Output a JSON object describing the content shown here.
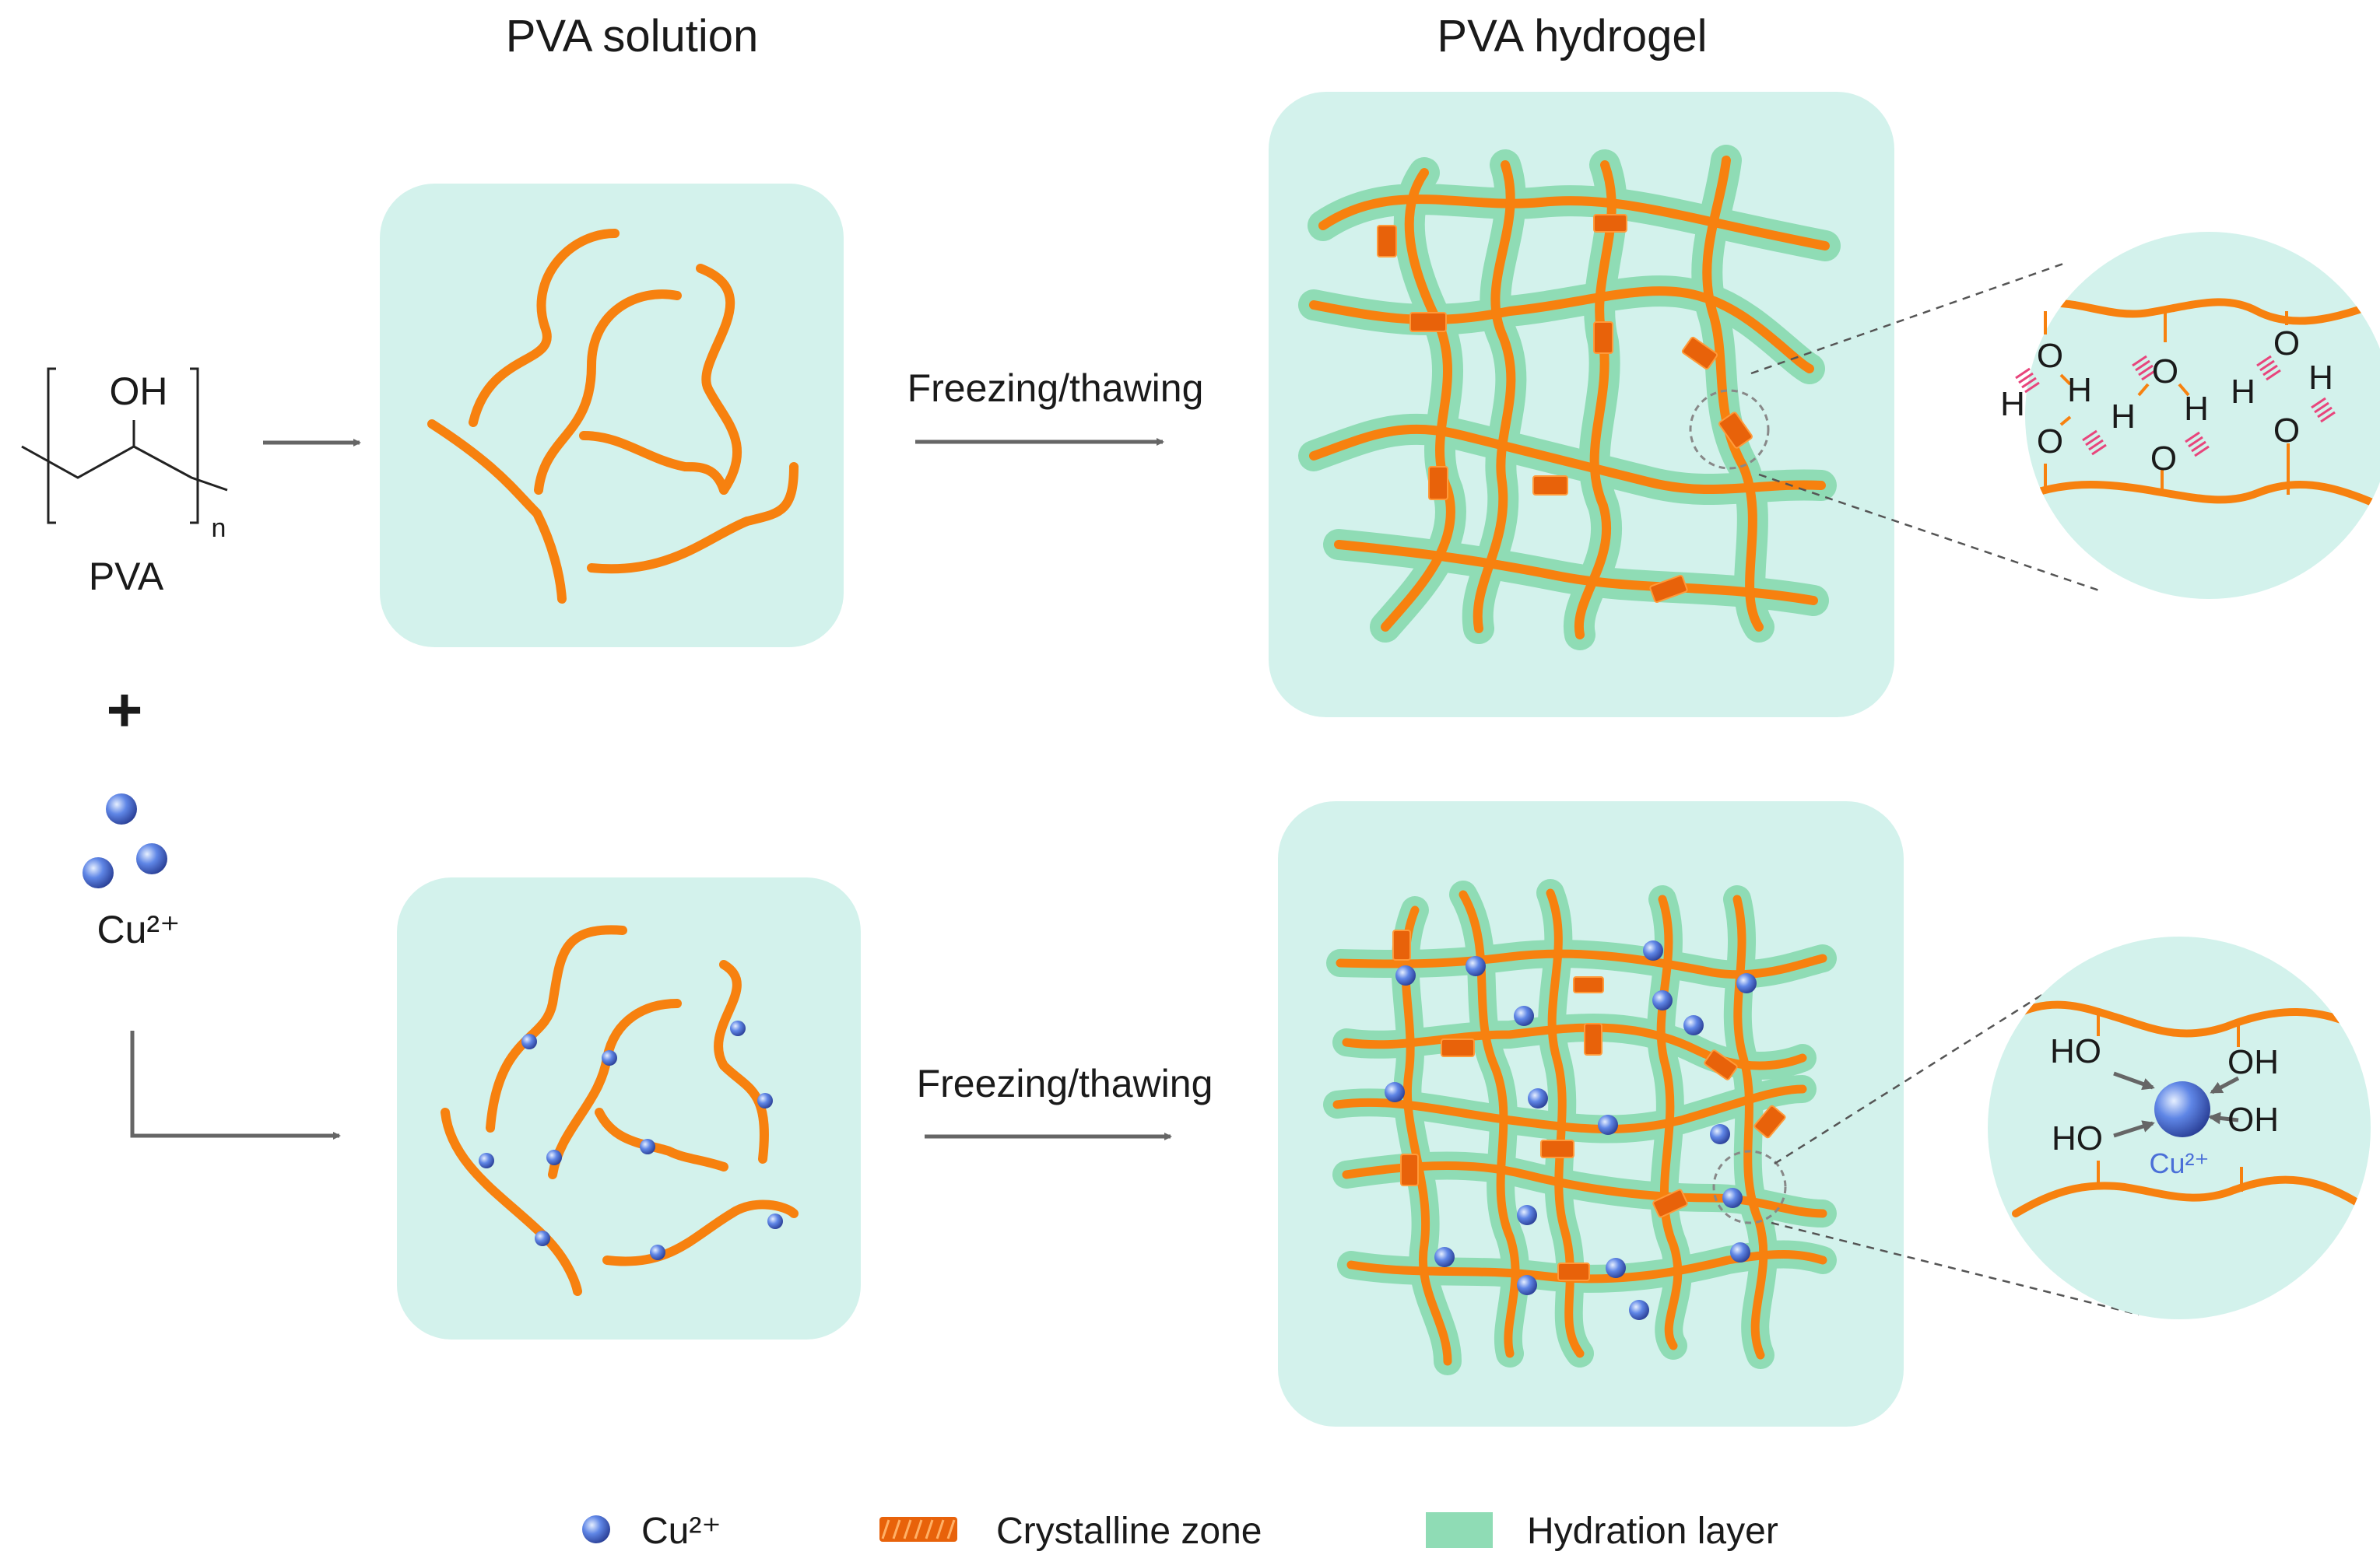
{
  "titles": {
    "solution": "PVA solution",
    "hydrogel": "PVA hydrogel"
  },
  "left": {
    "oh": "OH",
    "n": "n",
    "pva": "PVA",
    "plus": "+",
    "cu": "Cu²⁺"
  },
  "arrows": {
    "freeze_top": "Freezing/thawing",
    "freeze_bottom": "Freezing/thawing"
  },
  "zoom_top": {
    "o": "O",
    "h": "H"
  },
  "zoom_bottom": {
    "ho": "HO",
    "oh": "OH",
    "cu": "Cu²⁺"
  },
  "legend": {
    "cu": "Cu²⁺",
    "crystalline": "Crystalline zone",
    "hydration": "Hydration layer"
  },
  "colors": {
    "panel": "#d3f2ec",
    "chain": "#f7810f",
    "hydration": "#8fdcb5",
    "ion": "#4a6fd8",
    "hbond": "#e8457c",
    "arrow": "#666666"
  }
}
